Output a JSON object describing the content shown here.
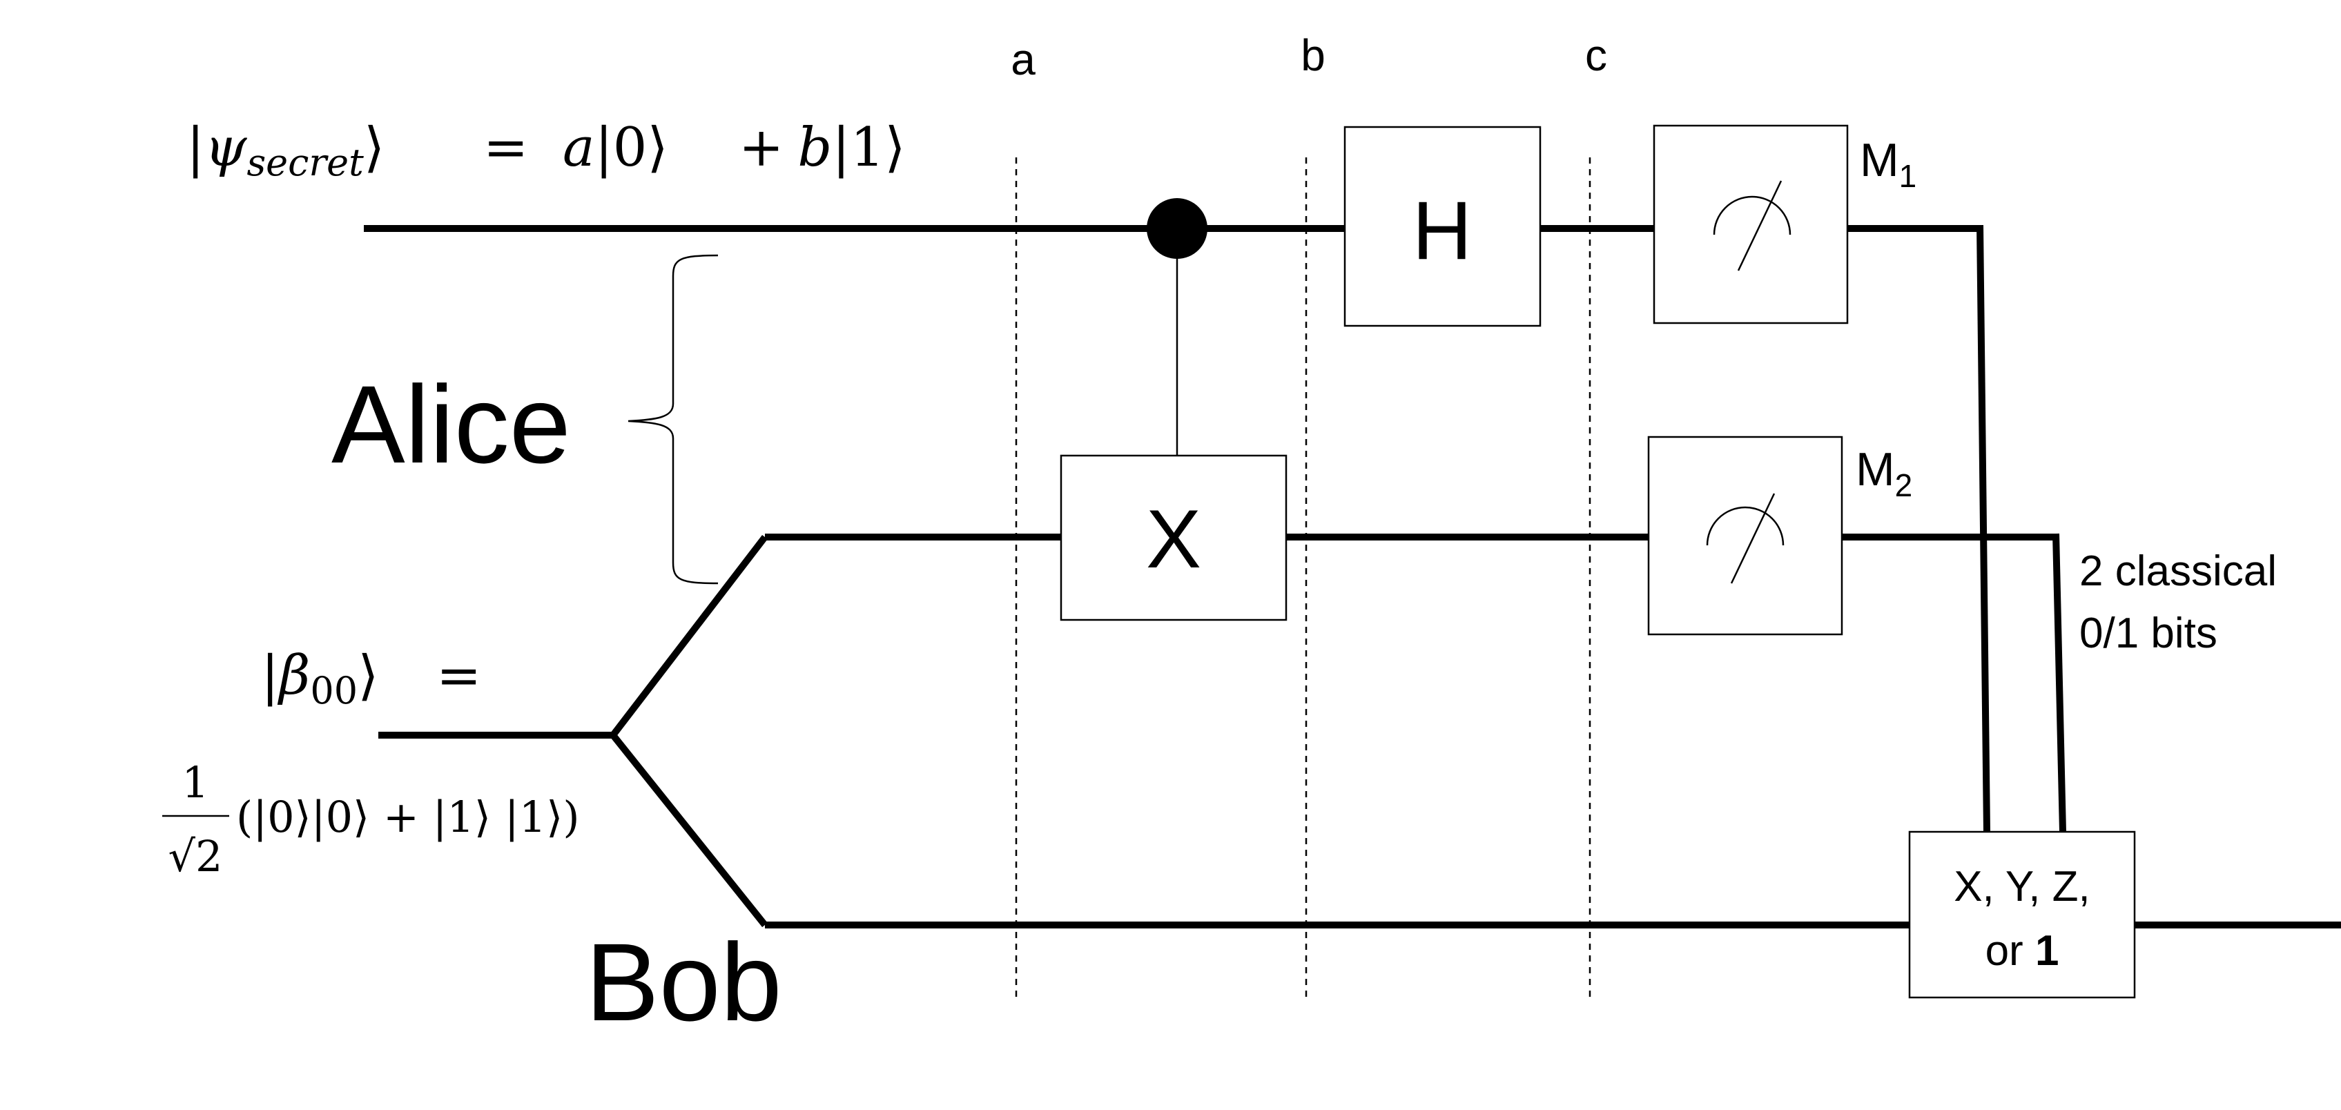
{
  "stage_labels": {
    "a": "a",
    "b": "b",
    "c": "c"
  },
  "input_state": {
    "ket_open": "|",
    "psi": "ψ",
    "subscript": "secret",
    "ket_close": "⟩",
    "equals": "=",
    "coeff_a": "a",
    "ket0": "|0⟩",
    "plus_b": "+",
    "coeff_b": "b",
    "ket1": "|1⟩"
  },
  "bell_state": {
    "ket_open": "|",
    "beta": "β",
    "subscript": "00",
    "ket_close": "⟩",
    "equals": "=",
    "frac_num": "1",
    "frac_den": "2",
    "sqrt_sign": "√",
    "expression": "(|0⟩|0⟩ + |1⟩ |1⟩)"
  },
  "parties": {
    "alice": "Alice",
    "bob": "Bob"
  },
  "gates": {
    "cnot_target": "X",
    "hadamard": "H",
    "correction_line1": "X, Y, Z,",
    "correction_line2_prefix": "or ",
    "correction_line2_bold": "1"
  },
  "measurements": {
    "m1": {
      "letter": "M",
      "sub": "1"
    },
    "m2": {
      "letter": "M",
      "sub": "2"
    }
  },
  "classical_note": {
    "line1": "2 classical",
    "line2": "0/1 bits"
  }
}
